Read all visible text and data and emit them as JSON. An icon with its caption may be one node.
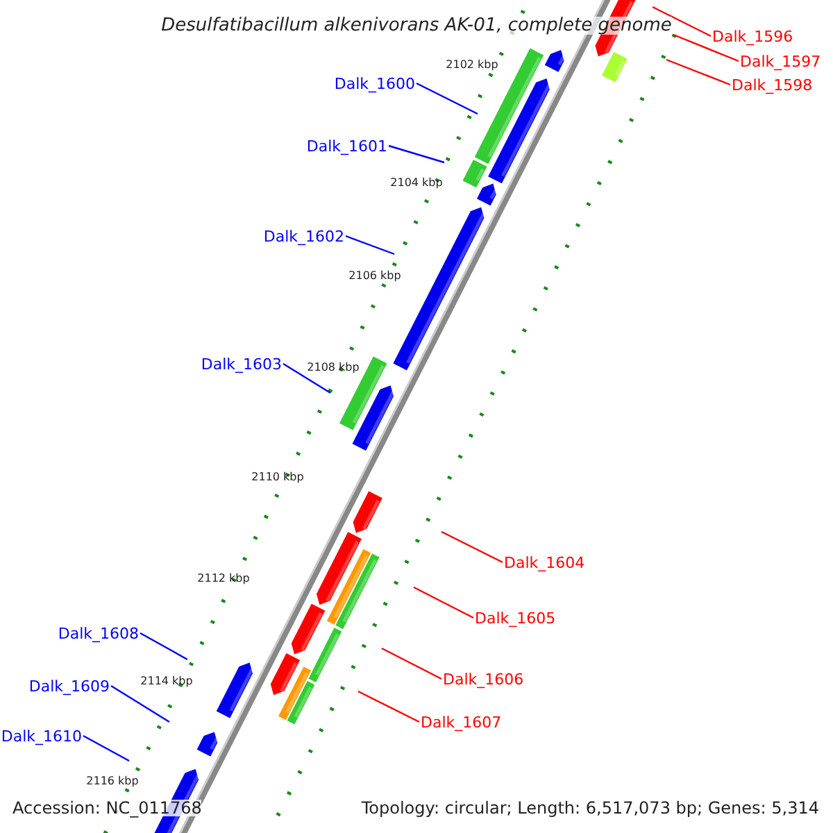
{
  "diagram": {
    "title": "Desulfatibacillum alkenivorans AK-01, complete genome",
    "nodes": [
      {
        "text": [
          "Dalk_1596"
        ]
      },
      {
        "text": [
          "Dalk_1597"
        ]
      },
      {
        "text": [
          "Dalk_1598"
        ]
      },
      {
        "text": [
          "Dalk_1600"
        ]
      },
      {
        "text": [
          "Dalk_1601"
        ]
      },
      {
        "text": [
          "Dalk_1602"
        ]
      },
      {
        "text": [
          "Dalk_1603"
        ]
      },
      {
        "text": [
          "Dalk_1604"
        ]
      },
      {
        "text": [
          "Dalk_1605"
        ]
      },
      {
        "text": [
          "Dalk_1606"
        ]
      },
      {
        "text": [
          "Dalk_1607"
        ]
      },
      {
        "text": [
          "Dalk_1608"
        ]
      },
      {
        "text": [
          "Dalk_1609"
        ]
      },
      {
        "text": [
          "Dalk_1610"
        ]
      }
    ],
    "edges": [
      {
        "from": 0,
        "to": null,
        "arrow": "none",
        "color": "#ff0000"
      },
      {
        "from": 1,
        "to": null,
        "arrow": "none",
        "color": "#ff0000"
      },
      {
        "from": 2,
        "to": null,
        "arrow": "none",
        "color": "#ff0000"
      },
      {
        "from": 3,
        "to": null,
        "arrow": "none",
        "color": "#0000ff"
      },
      {
        "from": 4,
        "to": null,
        "arrow": "none",
        "color": "#0000ff"
      },
      {
        "from": 5,
        "to": null,
        "arrow": "none",
        "color": "#0000ff"
      },
      {
        "from": 6,
        "to": null,
        "arrow": "none",
        "color": "#0000ff"
      },
      {
        "from": 7,
        "to": null,
        "arrow": "none",
        "color": "#ff0000"
      },
      {
        "from": 8,
        "to": null,
        "arrow": "none",
        "color": "#ff0000"
      },
      {
        "from": 9,
        "to": null,
        "arrow": "none",
        "color": "#ff0000"
      },
      {
        "from": 10,
        "to": null,
        "arrow": "none",
        "color": "#ff0000"
      },
      {
        "from": 11,
        "to": null,
        "arrow": "none",
        "color": "#0000ff"
      },
      {
        "from": 12,
        "to": null,
        "arrow": "none",
        "color": "#0000ff"
      },
      {
        "from": 13,
        "to": null,
        "arrow": "none",
        "color": "#0000ff"
      }
    ],
    "labels": [
      "2102 kbp",
      "2104 kbp",
      "2106 kbp",
      "2108 kbp",
      "2110 kbp",
      "2112 kbp",
      "2114 kbp",
      "2116 kbp",
      "Accession: NC_011768",
      "Topology: circular; Length: 6,517,073 bp; Genes: 5,314"
    ]
  }
}
